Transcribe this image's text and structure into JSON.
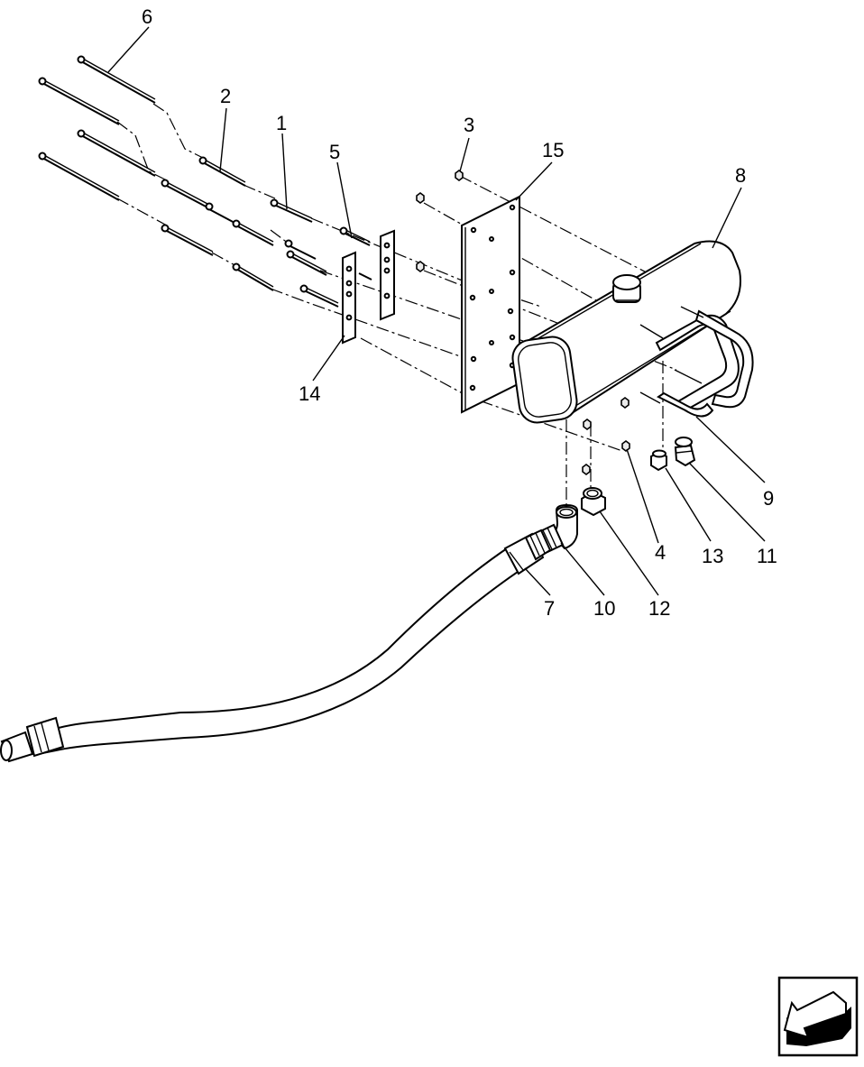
{
  "diagram": {
    "callouts": [
      {
        "id": "c6",
        "text": "6"
      },
      {
        "id": "c2",
        "text": "2"
      },
      {
        "id": "c1",
        "text": "1"
      },
      {
        "id": "c5",
        "text": "5"
      },
      {
        "id": "c3",
        "text": "3"
      },
      {
        "id": "c15",
        "text": "15"
      },
      {
        "id": "c8",
        "text": "8"
      },
      {
        "id": "c14",
        "text": "14"
      },
      {
        "id": "c9",
        "text": "9"
      },
      {
        "id": "c4",
        "text": "4"
      },
      {
        "id": "c13",
        "text": "13"
      },
      {
        "id": "c11",
        "text": "11"
      },
      {
        "id": "c7",
        "text": "7"
      },
      {
        "id": "c10",
        "text": "10"
      },
      {
        "id": "c12",
        "text": "12"
      }
    ],
    "orientation_icon": "arrow-orientation-icon"
  }
}
